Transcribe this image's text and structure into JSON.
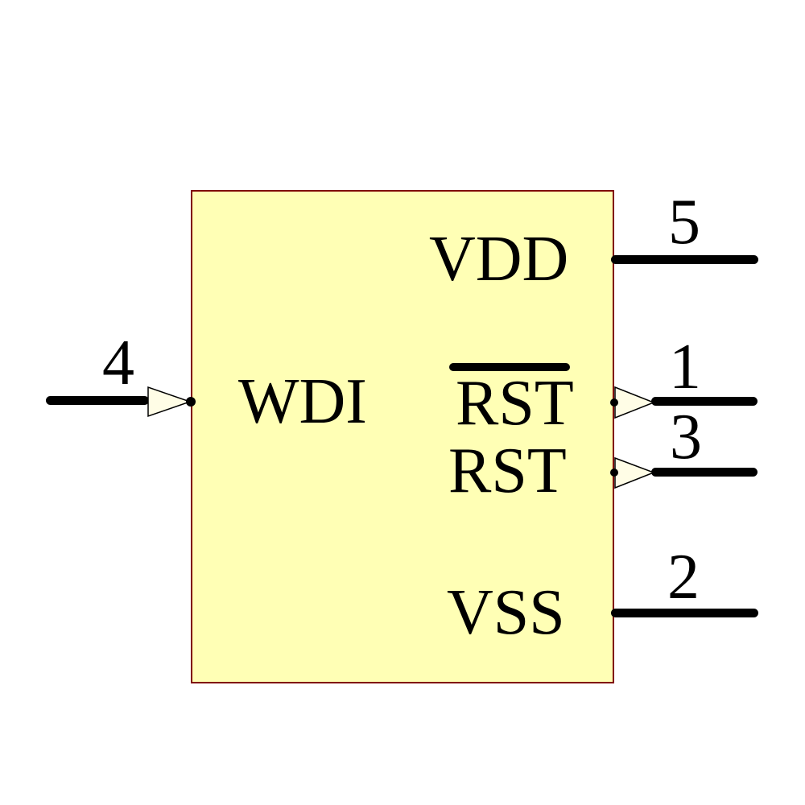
{
  "colors": {
    "background": "#ffffff",
    "body_fill": "#ffffb5",
    "body_border": "#800000",
    "arrow_fill": "#fffde6",
    "wire": "#000000",
    "text": "#000000"
  },
  "component": {
    "kind": "schematic-symbol",
    "pins": [
      {
        "number": "4",
        "name": "WDI",
        "side": "left",
        "type": "input",
        "overline": false
      },
      {
        "number": "5",
        "name": "VDD",
        "side": "right",
        "type": "power",
        "overline": false
      },
      {
        "number": "1",
        "name": "RST",
        "side": "right",
        "type": "output",
        "overline": true
      },
      {
        "number": "3",
        "name": "RST",
        "side": "right",
        "type": "output",
        "overline": false
      },
      {
        "number": "2",
        "name": "VSS",
        "side": "right",
        "type": "power",
        "overline": false
      }
    ]
  }
}
